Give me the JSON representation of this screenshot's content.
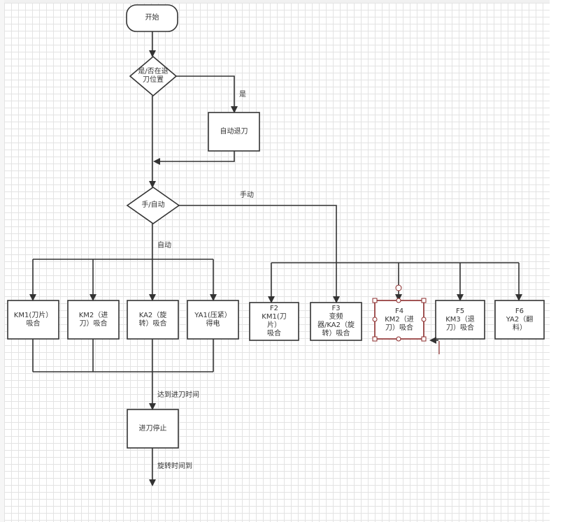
{
  "nodes": {
    "start": "开始",
    "at_retract_pos": "是/否在退\n刀位置",
    "auto_retract": "自动退刀",
    "manual_auto": "手/自动",
    "km1": "KM1(刀片）\n吸合",
    "km2": "KM2（进\n刀）吸合",
    "ka2": "KA2（旋\n转）吸合",
    "ya1": "YA1(压紧）\n得电",
    "f2": "F2\nKM1(刀\n片）\n吸合",
    "f3": "F3\n变频\n器/KA2（旋\n转）吸合",
    "f4": "F4\nKM2（进\n刀）吸合",
    "f5": "F5\nKM3（退\n刀）吸合",
    "f6": "F6\nYA2（翻\n料）",
    "feed_stop": "进刀停止"
  },
  "edges": {
    "yes": "是",
    "manual": "手动",
    "auto": "自动",
    "feed_time_reached": "达到进刀时间",
    "rotate_time_reached": "旋转时间到"
  }
}
